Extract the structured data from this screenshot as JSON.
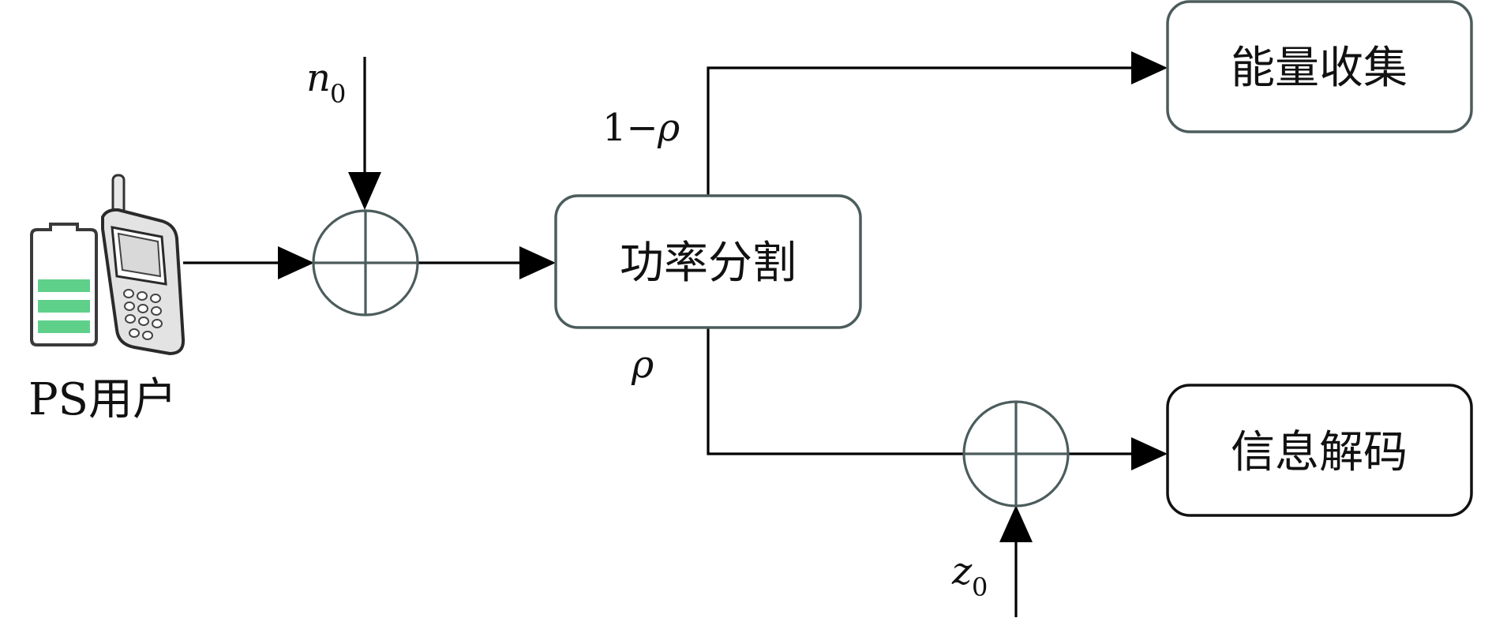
{
  "diagram": {
    "user": {
      "label": "PS用户",
      "icon": "phone-battery-icon"
    },
    "noise_in": {
      "symbol": "n",
      "subscript": "0"
    },
    "noise_decode": {
      "symbol": "z",
      "subscript": "0"
    },
    "blocks": {
      "power_split": "功率分割",
      "energy_harvest": "能量收集",
      "info_decode": "信息解码"
    },
    "branch_labels": {
      "upper_prefix": "1−",
      "upper_rho": "ρ",
      "lower_rho": "ρ"
    },
    "colors": {
      "box_stroke": "#4c5c5c",
      "battery_green": "#5fd08a",
      "line": "#000000"
    }
  }
}
